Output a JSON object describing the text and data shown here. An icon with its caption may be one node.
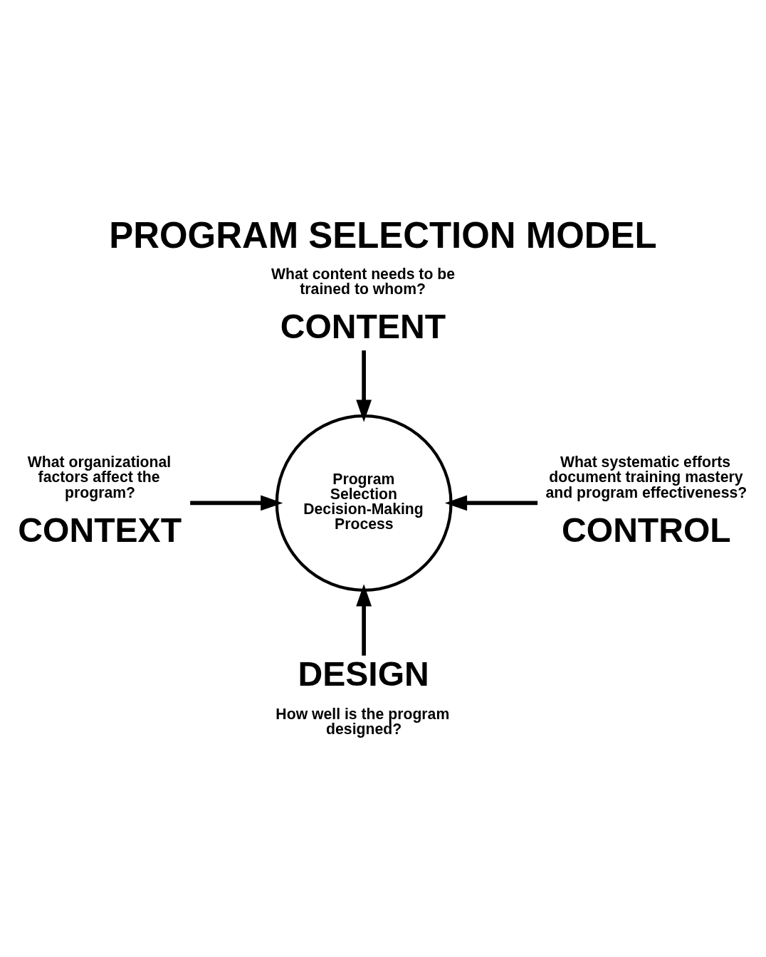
{
  "diagram": {
    "title": "PROGRAM SELECTION MODEL",
    "nodes": [
      {
        "text": [
          "What content needs to be trained to whom?",
          "CONTENT"
        ]
      },
      {
        "text": [
          "What organizational factors affect the program?",
          "CONTEXT"
        ]
      },
      {
        "text": [
          "Program Selection Decision-Making Process"
        ]
      },
      {
        "text": [
          "What systematic efforts document training mastery and program effectiveness?",
          "CONTROL"
        ]
      },
      {
        "text": [
          "DESIGN",
          "How well is the program designed?"
        ]
      }
    ],
    "edges": [
      {
        "from": 0,
        "to": 2,
        "arrow": "to"
      },
      {
        "from": 1,
        "to": 2,
        "arrow": "to"
      },
      {
        "from": 3,
        "to": 2,
        "arrow": "to"
      },
      {
        "from": 4,
        "to": 2,
        "arrow": "to"
      }
    ]
  }
}
